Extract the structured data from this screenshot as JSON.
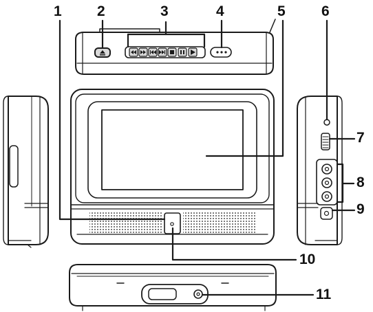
{
  "callouts": {
    "c1": "1",
    "c2": "2",
    "c3": "3",
    "c4": "4",
    "c5": "5",
    "c6": "6",
    "c7": "7",
    "c8": "8",
    "c9": "9",
    "c10": "10",
    "c11": "11"
  },
  "colors": {
    "outline": "#1a1a1a",
    "body_fill": "#ffffff",
    "button_fill": "#d9d9d9",
    "screen_fill": "#ffffff"
  },
  "icons": {
    "eject": "eject-icon",
    "rewind": "rewind-icon",
    "fast_forward": "fast-forward-icon",
    "skip_back": "skip-back-icon",
    "skip_forward": "skip-forward-icon",
    "stop": "stop-icon",
    "pause": "pause-icon",
    "play": "play-icon",
    "power_slider": "power-slider-icon"
  }
}
